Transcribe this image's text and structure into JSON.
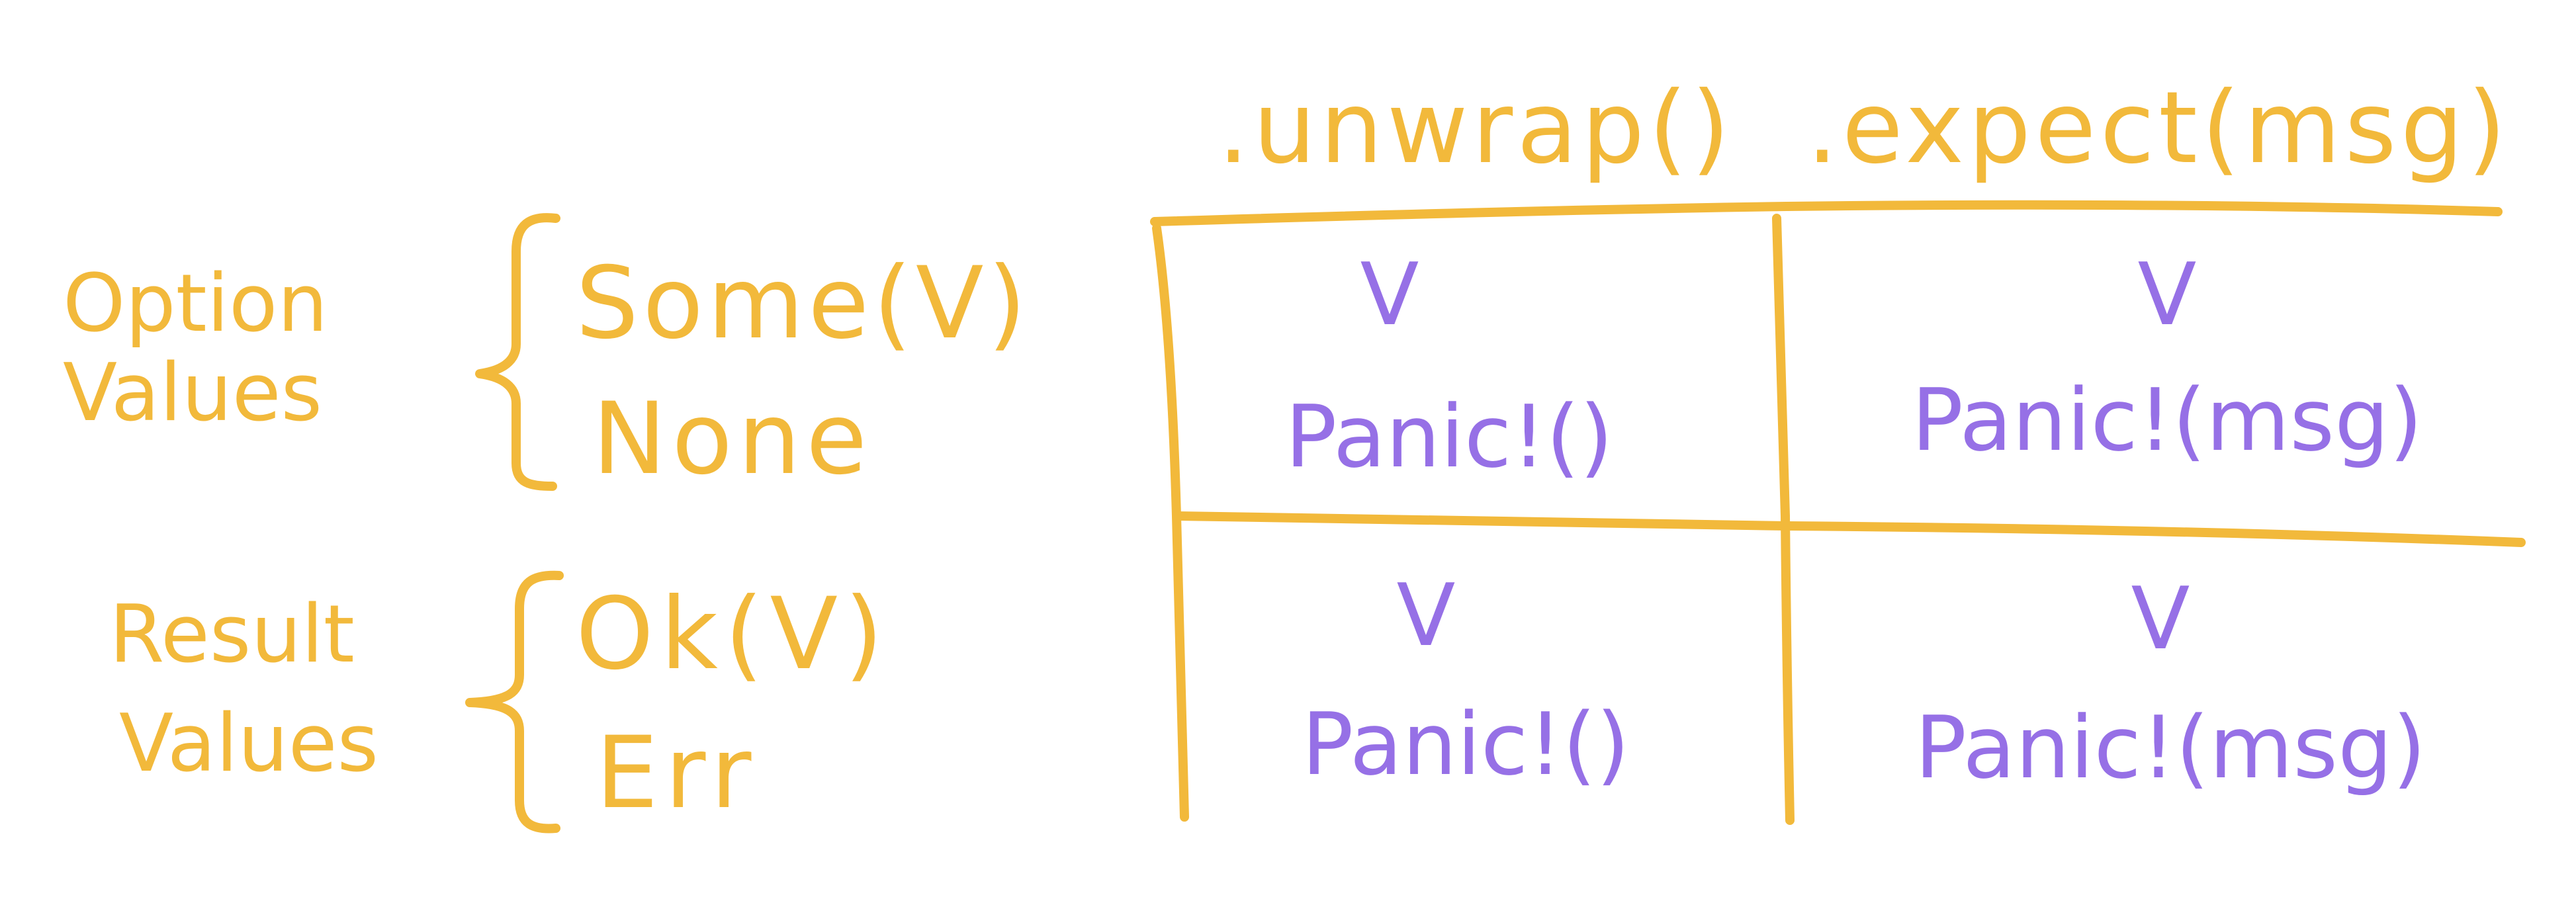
{
  "colors": {
    "gold": "#F2B93B",
    "purple": "#9670E6",
    "background": "#FFFFFF"
  },
  "columns": {
    "unwrap": ".unwrap()",
    "expect": ".expect(msg)"
  },
  "option": {
    "label_line1": "Option",
    "label_line2": "Values",
    "value_some": "Some(V)",
    "value_none": "None"
  },
  "result": {
    "label_line1": "Result",
    "label_line2": "Values",
    "value_ok": "Ok(V)",
    "value_err": "Err"
  },
  "cells": {
    "option_unwrap": {
      "ok": "V",
      "fail": "Panic!()"
    },
    "option_expect": {
      "ok": "V",
      "fail": "Panic!(msg)"
    },
    "result_unwrap": {
      "ok": "V",
      "fail": "Panic!()"
    },
    "result_expect": {
      "ok": "V",
      "fail": "Panic!(msg)"
    }
  }
}
